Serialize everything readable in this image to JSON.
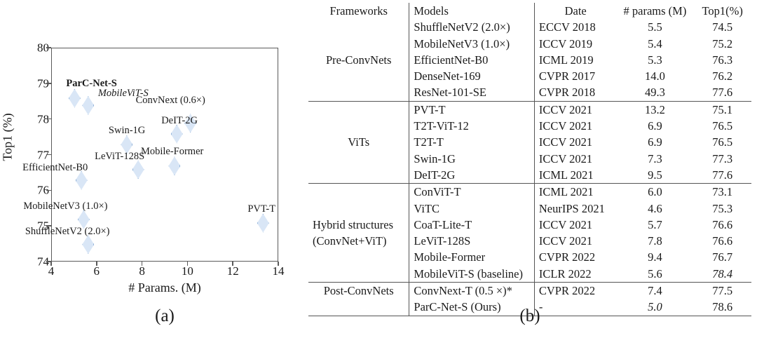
{
  "figure_a": {
    "caption": "(a)",
    "chart_data": {
      "type": "scatter",
      "title": "",
      "xlabel": "# Params. (M)",
      "ylabel": "Top1 (%)",
      "xlim": [
        4,
        14
      ],
      "ylim": [
        74,
        80
      ],
      "xticks": [
        4,
        6,
        8,
        10,
        12,
        14
      ],
      "yticks": [
        74,
        75,
        76,
        77,
        78,
        79,
        80
      ],
      "grid": false,
      "legend": "none",
      "marker": "diamond",
      "marker_fill": "#d9e6f6",
      "marker_edge": "#8fb1d8",
      "points": [
        {
          "label": "ParC-Net-S",
          "x": 5.0,
          "y": 78.6,
          "style": "bold",
          "label_dx": -12,
          "label_dy": -28
        },
        {
          "label": "MobileViT-S",
          "x": 5.6,
          "y": 78.4,
          "style": "italic",
          "label_dx": 14,
          "label_dy": -24
        },
        {
          "label": "ConvNext (0.6×)",
          "x": 10.1,
          "y": 77.9,
          "style": "normal",
          "label_dx": -78,
          "label_dy": -40
        },
        {
          "label": "DeIT-2G",
          "x": 9.5,
          "y": 77.6,
          "style": "normal",
          "label_dx": -22,
          "label_dy": -26
        },
        {
          "label": "Swin-1G",
          "x": 7.3,
          "y": 77.3,
          "style": "normal",
          "label_dx": -26,
          "label_dy": -27
        },
        {
          "label": "Mobile-Former",
          "x": 9.4,
          "y": 76.7,
          "style": "normal",
          "label_dx": -48,
          "label_dy": -28
        },
        {
          "label": "LeViT-128S",
          "x": 7.8,
          "y": 76.6,
          "style": "normal",
          "label_dx": -62,
          "label_dy": -26
        },
        {
          "label": "EfficientNet-B0",
          "x": 5.3,
          "y": 76.3,
          "style": "normal",
          "label_dx": -84,
          "label_dy": -25
        },
        {
          "label": "MobileNetV3 (1.0×)",
          "x": 5.4,
          "y": 75.2,
          "style": "normal",
          "label_dx": -86,
          "label_dy": -26
        },
        {
          "label": "ShuffleNetV2 (2.0×)",
          "x": 5.6,
          "y": 74.5,
          "style": "normal",
          "label_dx": -90,
          "label_dy": -26
        },
        {
          "label": "PVT-T",
          "x": 13.3,
          "y": 75.1,
          "style": "normal",
          "label_dx": -22,
          "label_dy": -27
        }
      ]
    }
  },
  "figure_b": {
    "caption": "(b)",
    "table": {
      "headers": [
        "Frameworks",
        "Models",
        "Date",
        "# params (M)",
        "Top1(%)"
      ],
      "sections": [
        {
          "framework": "Pre-ConvNets",
          "framework_lines": [
            "Pre-ConvNets"
          ],
          "rows": [
            {
              "model": "ShuffleNetV2 (2.0×)",
              "date": "ECCV 2018",
              "params": "5.5",
              "top1": "74.5"
            },
            {
              "model": "MobileNetV3 (1.0×)",
              "date": "ICCV 2019",
              "params": "5.4",
              "top1": "75.2"
            },
            {
              "model": "EfficientNet-B0",
              "date": "ICML 2019",
              "params": "5.3",
              "top1": "76.3"
            },
            {
              "model": "DenseNet-169",
              "date": "CVPR 2017",
              "params": "14.0",
              "top1": "76.2"
            },
            {
              "model": "ResNet-101-SE",
              "date": "CVPR 2018",
              "params": "49.3",
              "top1": "77.6"
            }
          ]
        },
        {
          "framework": "ViTs",
          "framework_lines": [
            "ViTs"
          ],
          "rows": [
            {
              "model": "PVT-T",
              "date": "ICCV 2021",
              "params": "13.2",
              "top1": "75.1"
            },
            {
              "model": "T2T-ViT-12",
              "date": "ICCV 2021",
              "params": "6.9",
              "top1": "76.5"
            },
            {
              "model": "T2T-T",
              "date": "ICCV 2021",
              "params": "6.9",
              "top1": "76.5"
            },
            {
              "model": "Swin-1G",
              "date": "ICCV 2021",
              "params": "7.3",
              "top1": "77.3"
            },
            {
              "model": "DeIT-2G",
              "date": "ICML 2021",
              "params": "9.5",
              "top1": "77.6"
            }
          ]
        },
        {
          "framework": "Hybrid structures (ConvNet+ViT)",
          "framework_lines": [
            "Hybrid structures",
            "(ConvNet+ViT)"
          ],
          "rows": [
            {
              "model": "ConViT-T",
              "date": "ICML 2021",
              "params": "6.0",
              "top1": "73.1"
            },
            {
              "model": "ViTC",
              "date": "NeurIPS 2021",
              "params": "4.6",
              "params_style": "bold",
              "top1": "75.3"
            },
            {
              "model": "CoaT-Lite-T",
              "date": "ICCV 2021",
              "params": "5.7",
              "top1": "76.6"
            },
            {
              "model": "LeViT-128S",
              "date": "ICCV 2021",
              "params": "7.8",
              "top1": "76.6"
            },
            {
              "model": "Mobile-Former",
              "date": "CVPR 2022",
              "params": "9.4",
              "top1": "76.7"
            },
            {
              "model": "MobileViT-S (baseline)",
              "date": "ICLR 2022",
              "params": "5.6",
              "top1": "78.4",
              "top1_style": "italic"
            }
          ]
        },
        {
          "framework": "Post-ConvNets",
          "framework_lines": [
            "Post-ConvNets"
          ],
          "rows": [
            {
              "model": "ConvNext-T (0.5 ×)*",
              "date": "CVPR 2022",
              "params": "7.4",
              "top1": "77.5"
            },
            {
              "model": "ParC-Net-S  (Ours)",
              "date": "-",
              "params": "5.0",
              "params_style": "italic",
              "top1": "78.6",
              "top1_style": "bold"
            }
          ]
        }
      ]
    }
  }
}
